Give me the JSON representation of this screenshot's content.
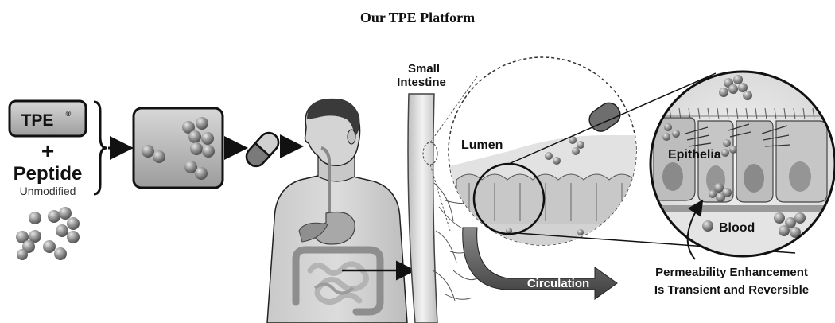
{
  "title": "Our TPE Platform",
  "labels": {
    "tpe": "TPE",
    "registered": "®",
    "plus": "+",
    "peptide": "Peptide",
    "unmodified": "Unmodified",
    "small": "Small",
    "intestine": "Intestine",
    "lumen": "Lumen",
    "epithelia": "Epithelia",
    "blood": "Blood",
    "circulation": "Circulation",
    "permeability_line1": "Permeability Enhancement",
    "permeability_line2": "Is Transient and Reversible"
  }
}
